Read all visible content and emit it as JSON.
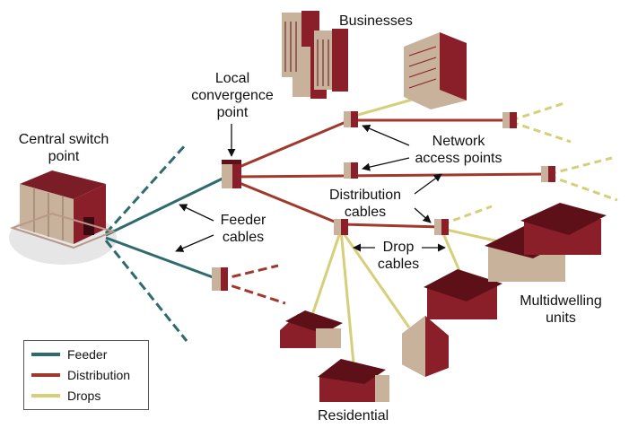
{
  "labels": {
    "businesses": "Businesses",
    "local_convergence": [
      "Local",
      "convergence",
      "point"
    ],
    "central_switch": [
      "Central switch",
      "point"
    ],
    "network_access": [
      "Network",
      "access points"
    ],
    "distribution_cables": [
      "Distribution",
      "cables"
    ],
    "feeder_cables": [
      "Feeder",
      "cables"
    ],
    "drop_cables": [
      "Drop",
      "cables"
    ],
    "multidwelling": [
      "Multidwelling",
      "units"
    ],
    "residential": "Residential"
  },
  "legend": {
    "items": [
      {
        "label": "Feeder",
        "color": "#2f6b6e"
      },
      {
        "label": "Distribution",
        "color": "#a0392b"
      },
      {
        "label": "Drops",
        "color": "#d6cf7a"
      }
    ]
  },
  "colors": {
    "feeder": "#2f6b6e",
    "distribution": "#a0392b",
    "drop": "#d6cf7a",
    "building": "#8a1f2a",
    "building_dark": "#5e1018",
    "building_light": "#c8a8a0",
    "roof": "#6b1420"
  }
}
